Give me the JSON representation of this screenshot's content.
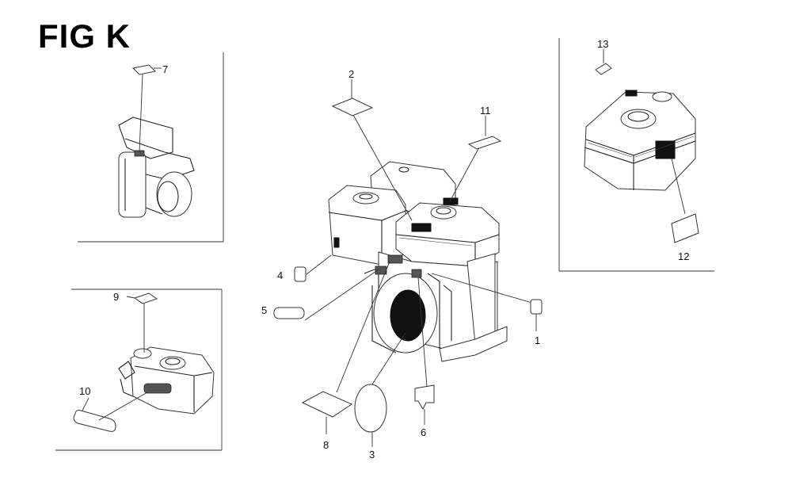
{
  "figure": {
    "title": "FIG K"
  },
  "callouts": [
    {
      "id": "c1",
      "text": "1"
    },
    {
      "id": "c2",
      "text": "2"
    },
    {
      "id": "c3",
      "text": "3"
    },
    {
      "id": "c4",
      "text": "4"
    },
    {
      "id": "c5",
      "text": "5"
    },
    {
      "id": "c6",
      "text": "6"
    },
    {
      "id": "c7",
      "text": "7"
    },
    {
      "id": "c8",
      "text": "8"
    },
    {
      "id": "c9",
      "text": "9"
    },
    {
      "id": "c10",
      "text": "10"
    },
    {
      "id": "c11",
      "text": "11"
    },
    {
      "id": "c12",
      "text": "12"
    },
    {
      "id": "c13",
      "text": "13"
    }
  ]
}
